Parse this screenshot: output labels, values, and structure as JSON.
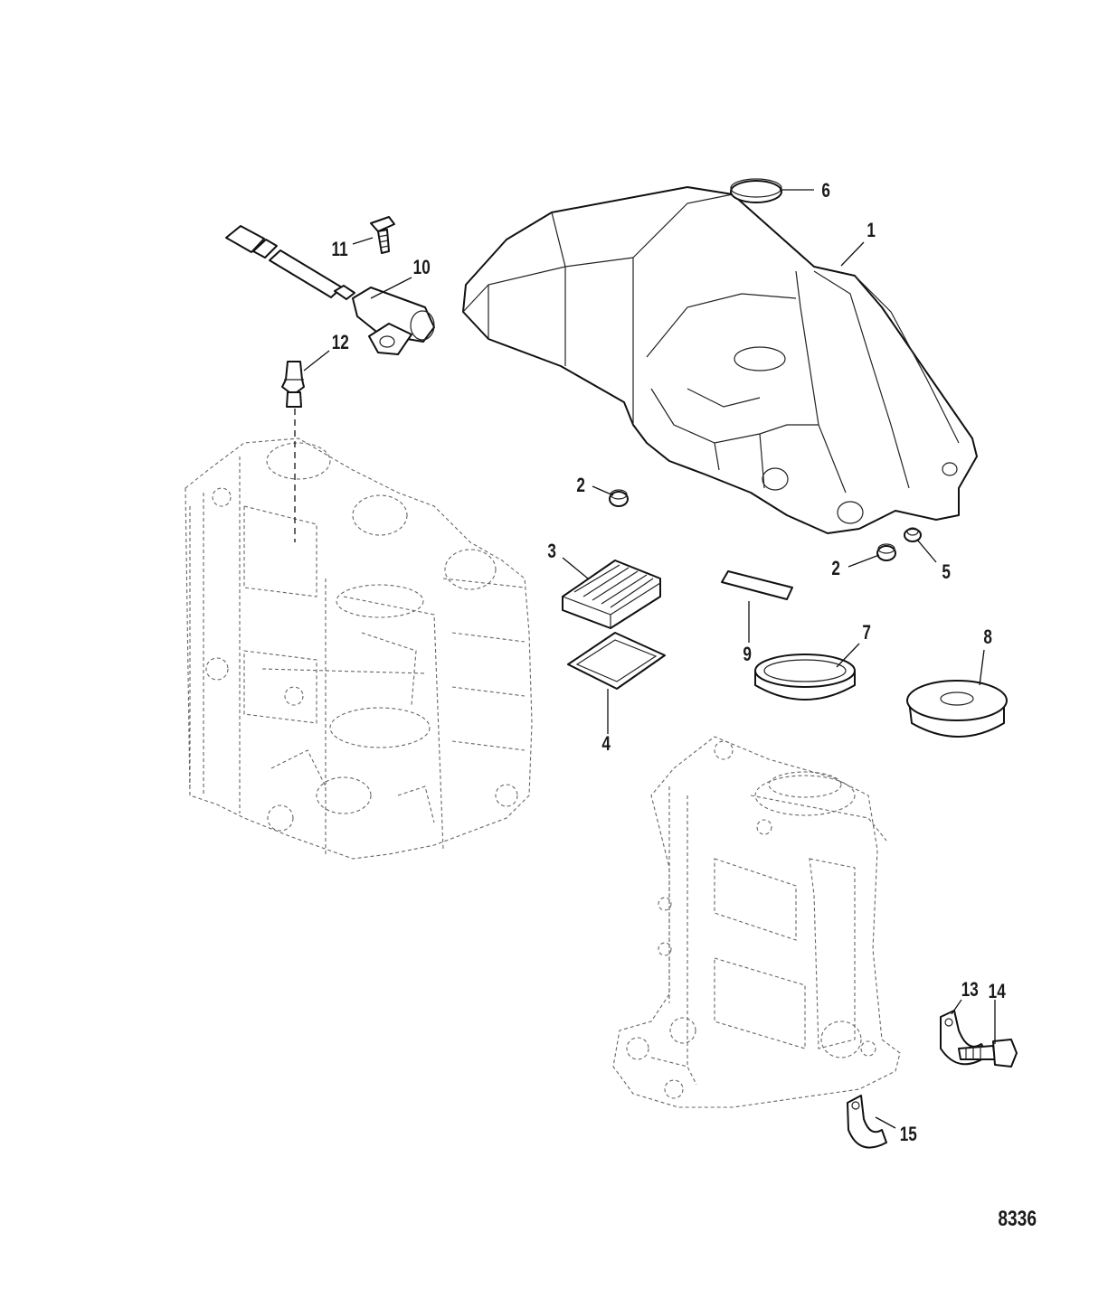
{
  "figure": {
    "number": "8336",
    "callouts": [
      {
        "label": "1"
      },
      {
        "label": "2"
      },
      {
        "label": "2"
      },
      {
        "label": "3"
      },
      {
        "label": "4"
      },
      {
        "label": "5"
      },
      {
        "label": "6"
      },
      {
        "label": "7"
      },
      {
        "label": "8"
      },
      {
        "label": "9"
      },
      {
        "label": "10"
      },
      {
        "label": "11"
      },
      {
        "label": "12"
      },
      {
        "label": "13"
      },
      {
        "label": "14"
      },
      {
        "label": "15"
      }
    ]
  }
}
